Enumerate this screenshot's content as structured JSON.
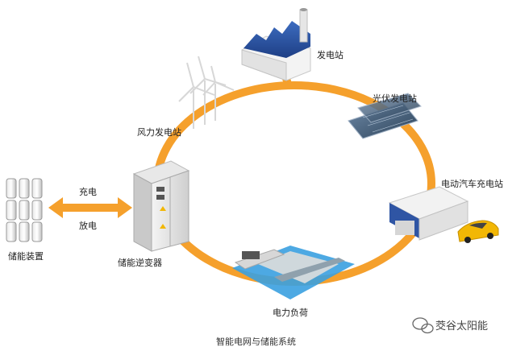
{
  "diagram": {
    "nodes": [
      {
        "id": "power_plant",
        "label": "发电站",
        "icon": "factory-icon"
      },
      {
        "id": "pv_plant",
        "label": "光伏发电站",
        "icon": "solar-panel-icon"
      },
      {
        "id": "ev_station",
        "label": "电动汽车充电站",
        "icon": "charging-station-icon"
      },
      {
        "id": "load",
        "label": "电力负荷",
        "icon": "power-load-icon"
      },
      {
        "id": "inverter",
        "label": "储能逆变器",
        "icon": "inverter-cabinet-icon"
      },
      {
        "id": "wind",
        "label": "风力发电站",
        "icon": "wind-turbine-icon"
      },
      {
        "id": "storage",
        "label": "储能装置",
        "icon": "battery-pack-icon"
      }
    ],
    "arrow": {
      "charge_label": "充电",
      "discharge_label": "放电"
    },
    "caption": "智能电网与储能系统",
    "colors": {
      "ring": "#f5a02c",
      "roof": "#2f55a4",
      "water": "#3aa0e0",
      "car": "#f2b705"
    }
  },
  "watermark": {
    "text": "茭谷太阳能",
    "icon": "wechat-icon"
  }
}
